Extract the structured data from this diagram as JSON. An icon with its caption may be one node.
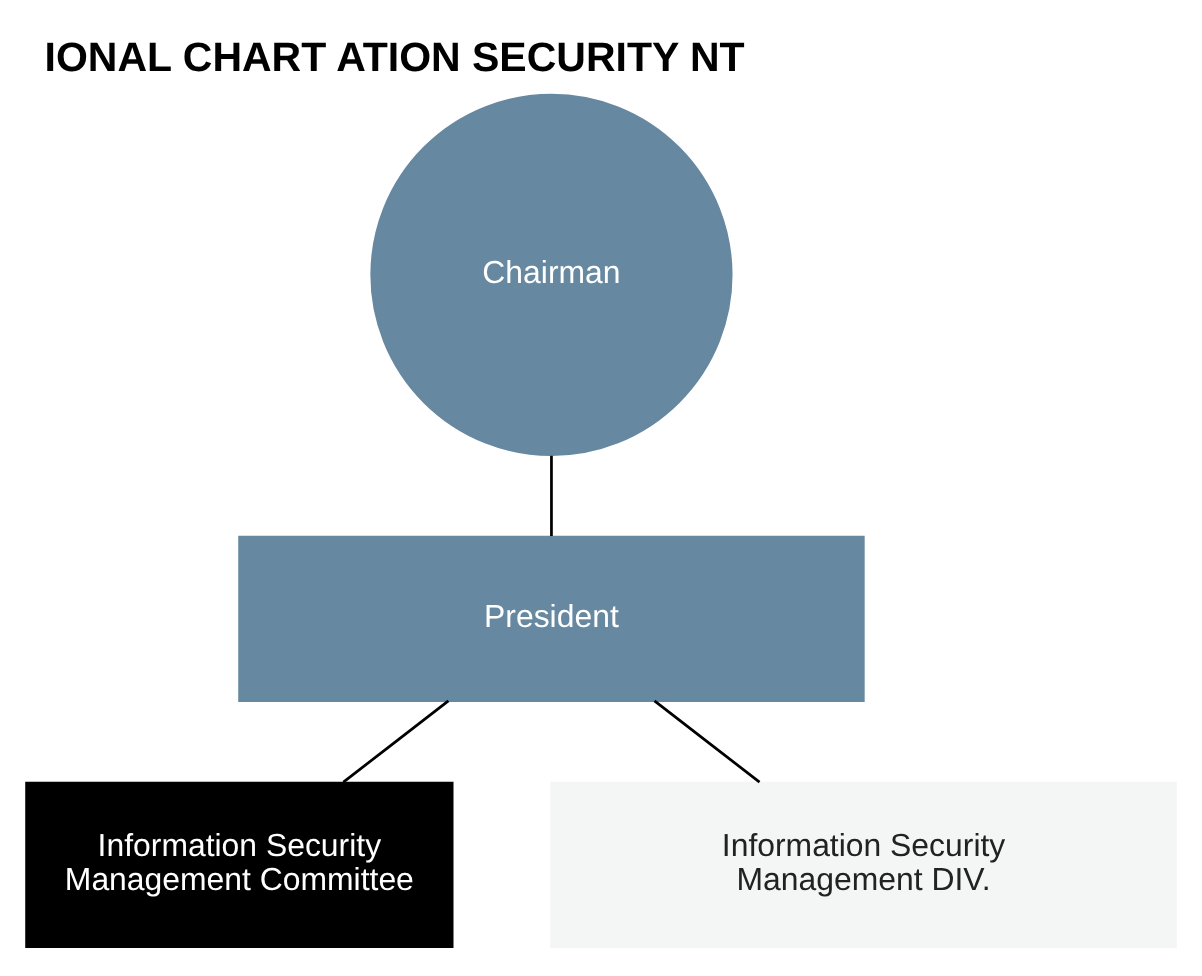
{
  "diagram": {
    "title": "IONAL CHART ATION SECURITY NT",
    "nodes": [
      {
        "text": [
          "Chairman"
        ]
      },
      {
        "text": [
          "President"
        ]
      },
      {
        "text": [
          "Information Security Management Committee"
        ]
      },
      {
        "text": [
          "Information Security Management DIV."
        ]
      }
    ],
    "edges": [
      {
        "from": 0,
        "to": 1,
        "arrow": "none"
      },
      {
        "from": 1,
        "to": 2,
        "arrow": "none"
      },
      {
        "from": 1,
        "to": 3,
        "arrow": "none"
      }
    ]
  }
}
